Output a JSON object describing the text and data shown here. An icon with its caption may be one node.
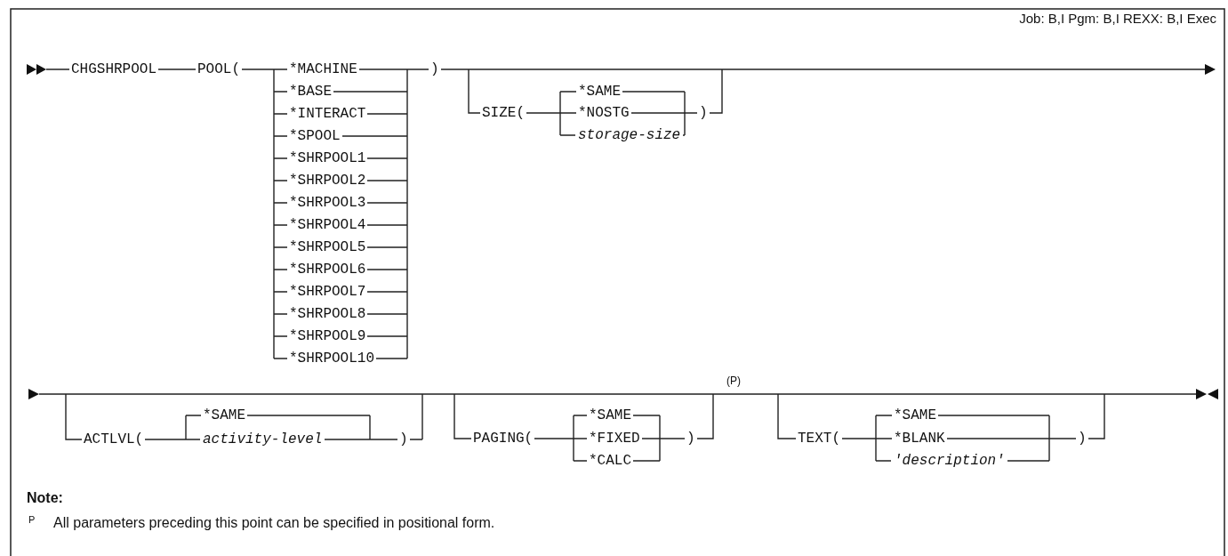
{
  "diagram": {
    "labels": [
      "Job: B,I Pgm: B,I REXX: B,I Exec",
      "CHGSHRPOOL",
      "POOL(",
      "*MACHINE",
      "*BASE",
      "*INTERACT",
      "*SPOOL",
      "*SHRPOOL1",
      "*SHRPOOL2",
      "*SHRPOOL3",
      "*SHRPOOL4",
      "*SHRPOOL5",
      "*SHRPOOL6",
      "*SHRPOOL7",
      "*SHRPOOL8",
      "*SHRPOOL9",
      "*SHRPOOL10",
      ")",
      "SIZE(",
      "*SAME",
      "*NOSTG",
      "storage-size",
      ")",
      "(P)",
      "ACTLVL(",
      "*SAME",
      "activity-level",
      ")",
      "PAGING(",
      "*SAME",
      "*FIXED",
      "*CALC",
      ")",
      "TEXT(",
      "*SAME",
      "*BLANK",
      "'description'",
      ")",
      "Note:",
      "P",
      "All parameters preceding this point can be specified in positional form."
    ]
  }
}
